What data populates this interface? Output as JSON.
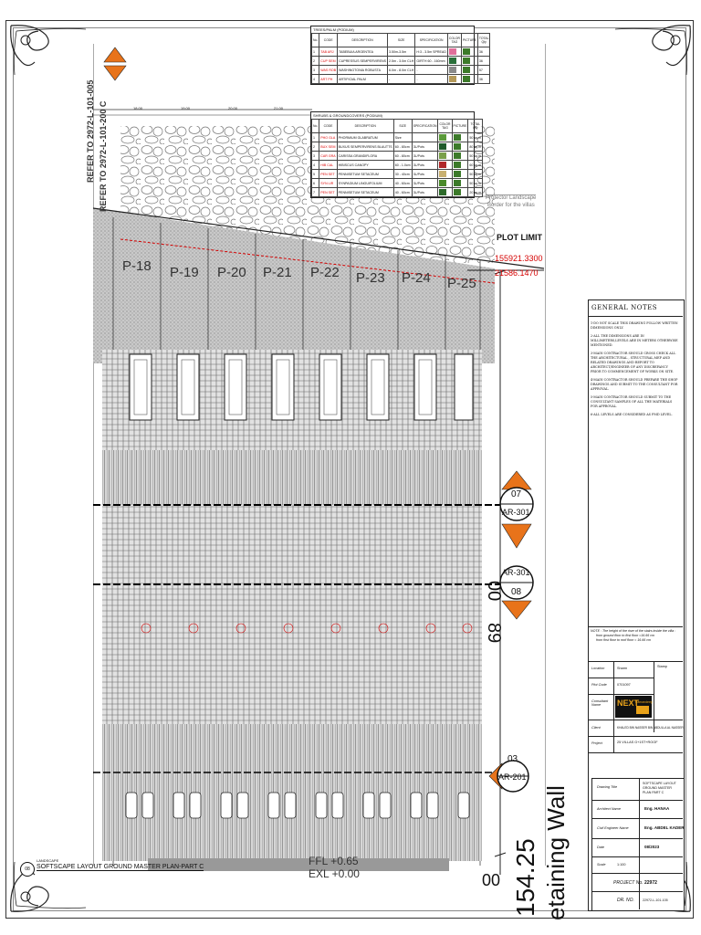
{
  "sheet": {
    "refer_top": "REFER TO 2972-L-101-005",
    "refer_bottom": "REFER TO 2972-L-101-200 C",
    "grid_labels": [
      "18.00",
      "19.00",
      "20.00",
      "21.00"
    ],
    "plot_limit": "PLOT LIMIT",
    "coord_n": "155921.3300",
    "coord_e": "21586.1470",
    "protector_note_line1": "Protector Landscape",
    "protector_note_line2": "Border for the villas",
    "plots": [
      "P-18",
      "P-19",
      "P-20",
      "P-21",
      "P-22",
      "P-23",
      "P-24",
      "P-25"
    ],
    "dimension_vertical": "00",
    "dimension_vertical2": "89",
    "dimension_bottom": "154.25",
    "wall_text": "etaining Wall",
    "dim_left": "00",
    "level_1": "FFL +0.65",
    "level_2": "EXL +0.00",
    "drawing_caption": "SOFTSCAPE LAYOUT GROUND MASTER PLAN-PART C",
    "caption_small": "LANDSCAPE",
    "caption_circle": "08",
    "section_markers": [
      {
        "num": "07",
        "ref": "AR-301"
      },
      {
        "num": "08",
        "ref": "AR-301"
      },
      {
        "num": "03",
        "ref": "AR-201"
      }
    ],
    "colors": {
      "accent": "#e8731a",
      "red": "#d40000",
      "plant": "#3c7a2a"
    }
  },
  "trees_table": {
    "title": "TREES/PALM (PODIUM)",
    "headers": [
      "No.",
      "CODE",
      "DESCRIPTION",
      "SIZE",
      "SPECIFICATION",
      "COLOR TAG",
      "PICTURE",
      "TOTAL Qty"
    ],
    "rows": [
      [
        "1",
        "TAB ARJ",
        "TABEBUIA ARGENTEA",
        "3.50m-3.5m",
        "H:3 - 3.5m SPREAD",
        "",
        "",
        "36"
      ],
      [
        "2",
        "CUP SEM",
        "CUPRESSUS SEMPERVIRENS",
        "2.5m - 3.0m CLH",
        "GIRTH 60 - 160mm",
        "",
        "",
        "36"
      ],
      [
        "3",
        "WAS ROB",
        "WASHINGTONIA ROBUSTA",
        "6.0m - 8.0m CLH",
        "-",
        "",
        "",
        "57"
      ],
      [
        "4",
        "ART PH",
        "ARTIFICIAL PALM",
        "-",
        "-",
        "",
        "",
        "36"
      ]
    ]
  },
  "shrubs_table": {
    "title": "SHRUBS & GROUNDCOVERS (PODIUM)",
    "headers": [
      "No.",
      "CODE",
      "DESCRIPTION",
      "SIZE",
      "SPECIFICATION",
      "COLOR TAG",
      "PICTURE",
      "TOTAL Qty"
    ],
    "rows": [
      [
        "1",
        "PHO GLA",
        "PHORMIUM GLABRATUM",
        "Size",
        "",
        "",
        "",
        "50 sq.m"
      ],
      [
        "2",
        "BUX SEM",
        "BUXUS SEMPERVIRENS BLAUTTS",
        "60 - 80cm",
        "3L/Pots",
        "",
        "",
        "80 sq.m"
      ],
      [
        "3",
        "CAR GRA",
        "CARISSA GRANDIFLORA",
        "60 - 80cm",
        "3L/Pots",
        "",
        "",
        "50 sq.m"
      ],
      [
        "4",
        "HIB CAL",
        "HIBISCUS CANOPY",
        "60 - 1.0cm",
        "3L/Pots",
        "",
        "",
        "60 sq.m"
      ],
      [
        "5",
        "PEN SET",
        "PENNISETUM SETACEUM",
        "30 - 40cm",
        "3L/Pots",
        "",
        "",
        "50 sq.m"
      ],
      [
        "6",
        "SYN LIR",
        "SYNPAGIUM LINGUIFOLIUM",
        "40 - 60cm",
        "3L/Pots",
        "",
        "",
        "50 sq.m"
      ],
      [
        "7",
        "PEN SET",
        "PENNISETUM SETACEUM",
        "40 - 60cm",
        "3L/Pots",
        "",
        "",
        "20 sq.m"
      ]
    ]
  },
  "general_notes": {
    "title": "GENERAL NOTES",
    "items": [
      "1-DO NOT SCALE THIS DRAWING FOLLOW WRITTEN DIMENSIONS ONLY.",
      "2-ALL THE DIMENSIONS ARE IN MILLIMETERS,LEVELS ARE IN METERS OTHERWISE MENTIONED.",
      "3-MAIN CONTRACTOR SHOULD CROSS CHECK ALL THE ARCHITECTURAL , STRUCTURAL,MEP AND RELATED DRAWINGS AND REPORT TO ARCHITECT/ENGINEER OF ANY DISCREPANCY PRIOR TO COMMENCEMENT OF WORKS ON SITE.",
      "4-MAIN CONTRACTOR SHOULD PREPARE THE SHOP DRAWINGS AND SUBMIT TO THE CONSULTANT FOR APPROVAL.",
      "5-MAIN CONTRACTOR SHOULD SUBMIT TO THE CONSULTANT SAMPLES OF ALL THE MATERIALS FOR APPROVAL.",
      "6-ALL LEVELS ARE CONSIDERED AS FMD LEVEL."
    ]
  },
  "note": {
    "line1": "NOTE : The height of the riser of the stairs inside the villa :",
    "line2": "from ground floor to first floor =16.66 cm",
    "line3": "from first floor to roof floor = 16.66 cm"
  },
  "title_block": {
    "location_label": "Location",
    "location_value": "Sharm",
    "stamp_label": "Stamp",
    "plot_code_label": "Plot Code",
    "plot_code_value": "0701097",
    "consultant_label": "Consultant Name",
    "consultant_logo_text": "NEXT",
    "consultant_logo_sub": "Kamandeep",
    "client_label": "Client",
    "client_value": "KHALED BIN NASSER BIN ABDULLA AL NASSER",
    "project_label": "Project",
    "project_value": "25 VILLAS G+1ST+ROOF",
    "drawing_title_label": "Drawing Title",
    "drawing_title_value": "SOFTSCAPE LAYOUT GROUND MASTER PLAN PART C",
    "architect_label": "Architect Name",
    "architect_value": "Eng. HANAA",
    "civil_label": "Civil Engineer Name",
    "civil_value": "Eng. ABDEL KADER",
    "date_label": "Date",
    "date_value": "08/2023",
    "scale_label": "Scale",
    "scale_value": "1:100",
    "project_no_label": "PROJECT No.",
    "project_no_value": "22972",
    "dr_no_label": "DR. NO.",
    "dr_no_value": "22972-L-101-105"
  }
}
